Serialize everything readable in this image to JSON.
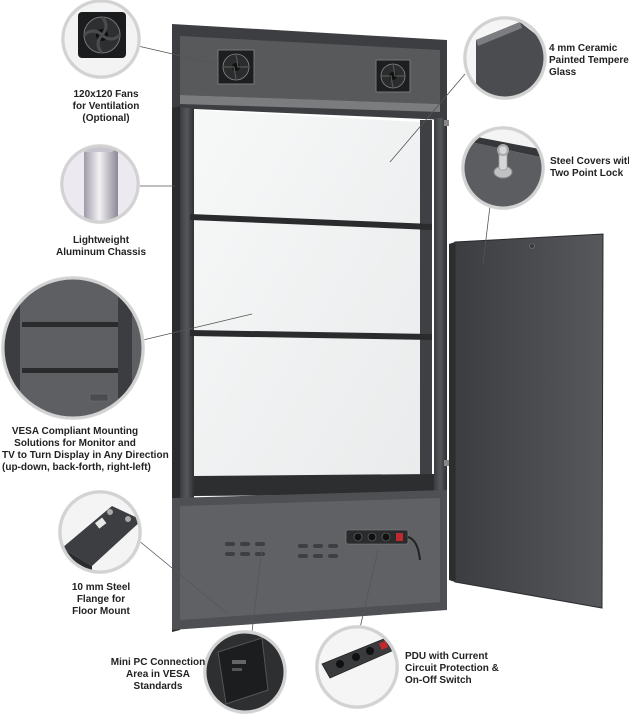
{
  "callouts": {
    "fans": [
      "120x120 Fans",
      "for Ventilation",
      "(Optional)"
    ],
    "glass": [
      "4 mm Ceramic",
      "Painted Tempered",
      "Glass"
    ],
    "steel_covers": [
      "Steel Covers with",
      "Two Point Lock"
    ],
    "chassis": [
      "Lightweight",
      "Aluminum Chassis"
    ],
    "vesa_mount": [
      "VESA Compliant Mounting",
      "Solutions for Monitor and",
      "TV to Turn Display in Any Direction",
      "(up-down, back-forth, right-left)"
    ],
    "flange": [
      "10 mm Steel",
      "Flange for",
      "Floor Mount"
    ],
    "mini_pc": [
      "Mini PC Connection",
      "Area in VESA",
      "Standards"
    ],
    "pdu": [
      "PDU with Current",
      "Circuit Protection &",
      "On-Off Switch"
    ]
  },
  "colors": {
    "frame_dark": "#2f3133",
    "frame_mid": "#4a4c4f",
    "panel_gray": "#555759",
    "inset_ring": "#d9d9d9",
    "pdu_red": "#c0282d"
  }
}
